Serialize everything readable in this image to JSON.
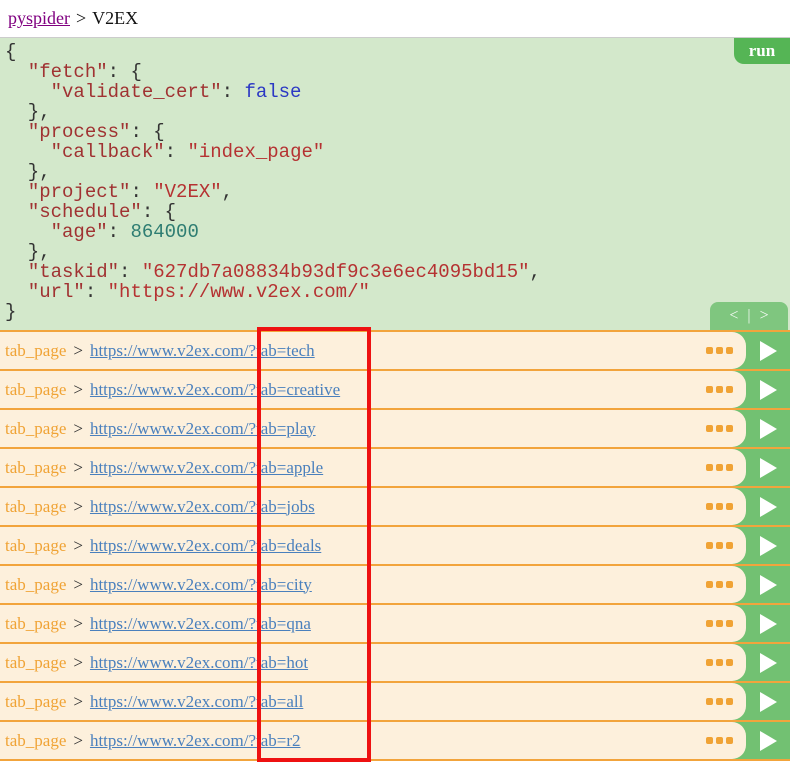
{
  "header": {
    "project_link": "pyspider",
    "separator": ">",
    "title": "V2EX"
  },
  "code_panel": {
    "run_label": "run",
    "lines": [
      [
        {
          "c": "pln",
          "t": "{"
        }
      ],
      [
        {
          "c": "pln",
          "t": "  "
        },
        {
          "c": "key",
          "t": "\"fetch\""
        },
        {
          "c": "pln",
          "t": ": {"
        }
      ],
      [
        {
          "c": "pln",
          "t": "    "
        },
        {
          "c": "key",
          "t": "\"validate_cert\""
        },
        {
          "c": "pln",
          "t": ": "
        },
        {
          "c": "kwd",
          "t": "false"
        }
      ],
      [
        {
          "c": "pln",
          "t": "  },"
        }
      ],
      [
        {
          "c": "pln",
          "t": "  "
        },
        {
          "c": "key",
          "t": "\"process\""
        },
        {
          "c": "pln",
          "t": ": {"
        }
      ],
      [
        {
          "c": "pln",
          "t": "    "
        },
        {
          "c": "key",
          "t": "\"callback\""
        },
        {
          "c": "pln",
          "t": ": "
        },
        {
          "c": "str",
          "t": "\"index_page\""
        }
      ],
      [
        {
          "c": "pln",
          "t": "  },"
        }
      ],
      [
        {
          "c": "pln",
          "t": "  "
        },
        {
          "c": "key",
          "t": "\"project\""
        },
        {
          "c": "pln",
          "t": ": "
        },
        {
          "c": "str",
          "t": "\"V2EX\""
        },
        {
          "c": "pln",
          "t": ","
        }
      ],
      [
        {
          "c": "pln",
          "t": "  "
        },
        {
          "c": "key",
          "t": "\"schedule\""
        },
        {
          "c": "pln",
          "t": ": {"
        }
      ],
      [
        {
          "c": "pln",
          "t": "    "
        },
        {
          "c": "key",
          "t": "\"age\""
        },
        {
          "c": "pln",
          "t": ": "
        },
        {
          "c": "lit",
          "t": "864000"
        }
      ],
      [
        {
          "c": "pln",
          "t": "  },"
        }
      ],
      [
        {
          "c": "pln",
          "t": "  "
        },
        {
          "c": "key",
          "t": "\"taskid\""
        },
        {
          "c": "pln",
          "t": ": "
        },
        {
          "c": "str",
          "t": "\"627db7a08834b93df9c3e6ec4095bd15\""
        },
        {
          "c": "pln",
          "t": ","
        }
      ],
      [
        {
          "c": "pln",
          "t": "  "
        },
        {
          "c": "key",
          "t": "\"url\""
        },
        {
          "c": "pln",
          "t": ": "
        },
        {
          "c": "str",
          "t": "\"https://www.v2ex.com/\""
        }
      ],
      [
        {
          "c": "pln",
          "t": "}"
        }
      ]
    ]
  },
  "pagination": {
    "prev": "<",
    "separator": "|",
    "next": ">"
  },
  "tasks_separator": ">",
  "tasks": [
    {
      "callback": "tab_page",
      "url": "https://www.v2ex.com/?tab=tech"
    },
    {
      "callback": "tab_page",
      "url": "https://www.v2ex.com/?tab=creative"
    },
    {
      "callback": "tab_page",
      "url": "https://www.v2ex.com/?tab=play"
    },
    {
      "callback": "tab_page",
      "url": "https://www.v2ex.com/?tab=apple"
    },
    {
      "callback": "tab_page",
      "url": "https://www.v2ex.com/?tab=jobs"
    },
    {
      "callback": "tab_page",
      "url": "https://www.v2ex.com/?tab=deals"
    },
    {
      "callback": "tab_page",
      "url": "https://www.v2ex.com/?tab=city"
    },
    {
      "callback": "tab_page",
      "url": "https://www.v2ex.com/?tab=qna"
    },
    {
      "callback": "tab_page",
      "url": "https://www.v2ex.com/?tab=hot"
    },
    {
      "callback": "tab_page",
      "url": "https://www.v2ex.com/?tab=all"
    },
    {
      "callback": "tab_page",
      "url": "https://www.v2ex.com/?tab=r2"
    }
  ],
  "colors": {
    "code_background": "#d3e8cb",
    "run_button_green": "#55b555",
    "row_green": "#72c172",
    "row_cream": "#fdf0dc",
    "row_border_orange": "#f2a43c",
    "callback_orange": "#f0a335",
    "link_blue": "#4a80bd",
    "visited_link_purple": "#800080",
    "annotation_red": "#ee1111",
    "json_key": "#a03232",
    "json_string": "#b53232",
    "json_keyword": "#2b38c4",
    "json_number": "#2e7d72"
  }
}
